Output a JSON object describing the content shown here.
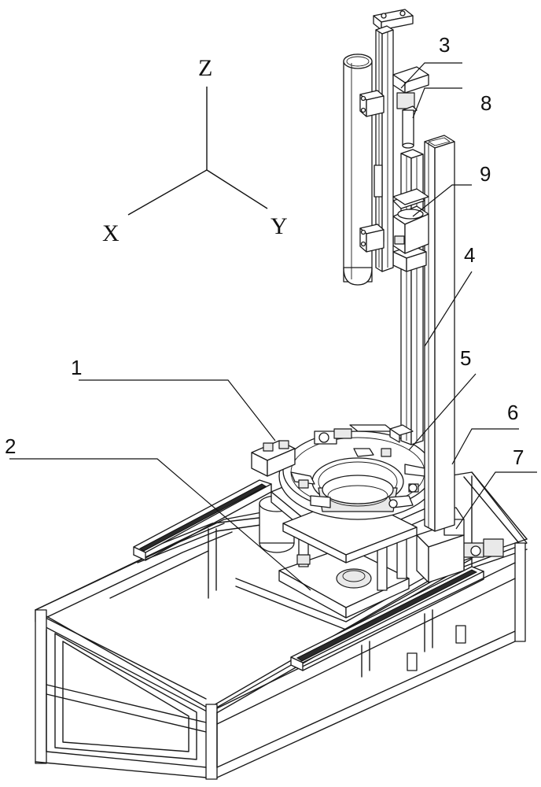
{
  "axes": {
    "z": "Z",
    "x": "X",
    "y": "Y"
  },
  "callouts": [
    {
      "id": "1",
      "text": "1"
    },
    {
      "id": "2",
      "text": "2"
    },
    {
      "id": "3",
      "text": "3"
    },
    {
      "id": "4",
      "text": "4"
    },
    {
      "id": "5",
      "text": "5"
    },
    {
      "id": "6",
      "text": "6"
    },
    {
      "id": "7",
      "text": "7"
    },
    {
      "id": "8",
      "text": "8"
    },
    {
      "id": "9",
      "text": "9"
    }
  ],
  "colors": {
    "line": "#1a1a1a",
    "background": "#ffffff",
    "shade": "#e9e9e9"
  }
}
